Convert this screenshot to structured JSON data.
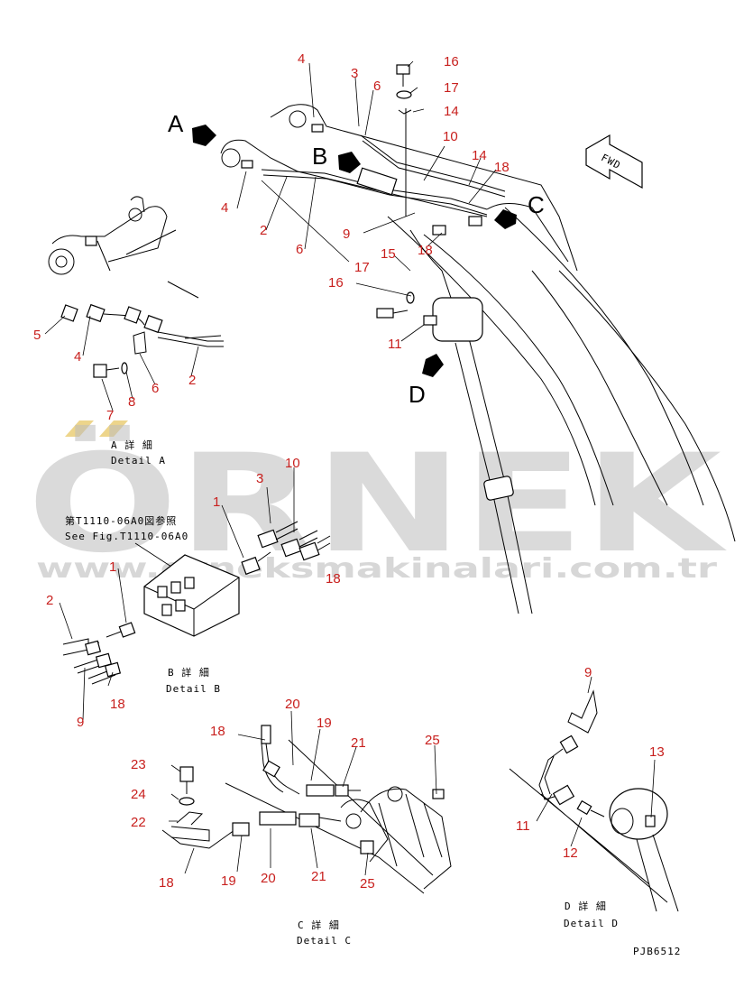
{
  "view_markers": {
    "a": "A",
    "b": "B",
    "c": "C",
    "d": "D"
  },
  "fwd_label": "FWD",
  "callouts_main": [
    "4",
    "3",
    "6",
    "16",
    "17",
    "14",
    "10",
    "14",
    "18",
    "4",
    "2",
    "6",
    "9",
    "17",
    "15",
    "18",
    "16",
    "11"
  ],
  "callouts_a": [
    "5",
    "4",
    "7",
    "8",
    "6",
    "2"
  ],
  "callouts_b": [
    "3",
    "10",
    "1",
    "1",
    "2",
    "18",
    "9",
    "18"
  ],
  "callouts_c": [
    "20",
    "19",
    "21",
    "25",
    "18",
    "23",
    "24",
    "22",
    "18",
    "19",
    "20",
    "21",
    "25"
  ],
  "callouts_d": [
    "9",
    "13",
    "11",
    "12"
  ],
  "detail_a": {
    "jp": "A 詳 細",
    "en": "Detail A"
  },
  "detail_b": {
    "jp": "B 詳 細",
    "en": "Detail B"
  },
  "detail_c": {
    "jp": "C 詳 細",
    "en": "Detail C"
  },
  "detail_d": {
    "jp": "D 詳 細",
    "en": "Detail D"
  },
  "see_fig": {
    "jp": "第T1110-06A0図参照",
    "en": "See Fig.T1110-06A0"
  },
  "drawing_code": "PJB6512",
  "watermark": {
    "brand": "ÖRNEK",
    "url": "www.orneksmakinalari.com.tr"
  }
}
